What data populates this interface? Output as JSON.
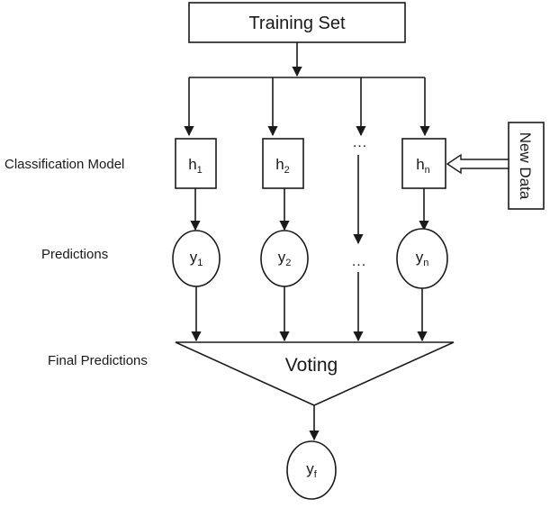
{
  "training_set": "Training Set",
  "rows": {
    "classification_model": "Classification Model",
    "predictions": "Predictions",
    "final_predictions": "Final Predictions"
  },
  "models": [
    {
      "base": "h",
      "sub": "1"
    },
    {
      "base": "h",
      "sub": "2"
    },
    {
      "base": "h",
      "sub": "n"
    }
  ],
  "predictions": [
    {
      "base": "y",
      "sub": "1"
    },
    {
      "base": "y",
      "sub": "2"
    },
    {
      "base": "y",
      "sub": "n"
    }
  ],
  "ellipsis": "...",
  "new_data": "New Data",
  "voting": "Voting",
  "final_output": {
    "base": "y",
    "sub": "f"
  }
}
